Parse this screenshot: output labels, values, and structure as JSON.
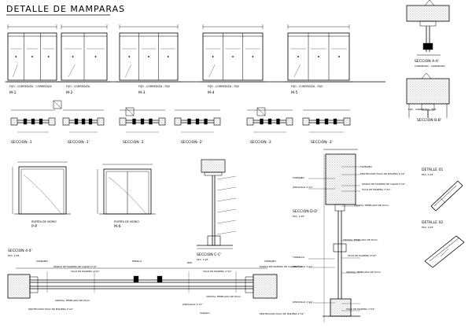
{
  "sheet": {
    "title": "DETALLE DE MAMPARAS",
    "elevations": [
      {
        "code": "M-1",
        "caption": "FIJO - CORREDIZA - CORREDIZA"
      },
      {
        "code": "M-2",
        "caption": "FIJO - CORREDIZA"
      },
      {
        "code": "M-3",
        "caption": "FIJO - CORREDIZA - FIJO"
      },
      {
        "code": "M-4",
        "caption": "FIJO - CORREDIZA - FIJO"
      },
      {
        "code": "M-5",
        "caption": "FIJO - CORREDIZA - FIJO"
      }
    ],
    "sections_row": [
      "SECCION -1",
      "SECCION -1'",
      "SECCION -2",
      "SECCION -2'",
      "SECCION -3",
      "SECCION -3'"
    ],
    "doors": [
      {
        "code": "P-P",
        "caption": "PUERTA DE VIDRIO"
      },
      {
        "code": "M-6",
        "caption": "PUERTA DE VIDRIO"
      }
    ],
    "section_44": "SECCION 4-4'",
    "section_cc": "SECCION C-C'",
    "section_dd": "SECCION D-D'",
    "section_aa": "SECCION A-A'",
    "section_bb": "SECCION B-B'",
    "detalle_01": "DETALLE 01",
    "detalle_02": "DETALLE 02",
    "scale": "ESC. 1/25",
    "section_aa_caption": "CORREDIZA - CORREDIZA",
    "section_bb_caption": "FIJO - CORREDIZA - FIJO",
    "notes": {
      "tarrajeo": "TARRAJEO",
      "perilla": "PERILLA",
      "riel": "RIEL",
      "proteccion_taco": "PROTECCION TACO DE MADERA 2\"x2\"",
      "marco_cajon": "MARCO DE MADERA DE CAJON 2\"x2\"",
      "taco_madera": "TACO DE MADERA 1\"X2\"",
      "cristal_6": "CRISTAL TEMPLADO DE 6mm.",
      "cristal_8": "CRISTAL TEMPLADO DE 8mm.",
      "junquillo": "JUNQUILLO 1\"x1\"",
      "tornillo": "TORNILLO",
      "taco_3": "TACO DE MADERA 4\"X3\"",
      "tarugo": "TARUGO"
    }
  }
}
